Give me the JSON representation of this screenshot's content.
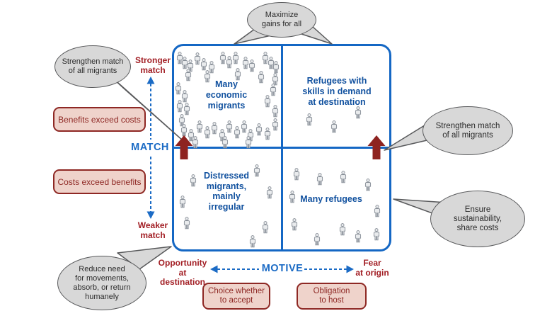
{
  "title": "Migration match-motive quadrant diagram",
  "quadrants": [
    {
      "id": "q1",
      "label": "Many\neconomic\nmigrants",
      "persons": [
        [
          5,
          12
        ],
        [
          10,
          17
        ],
        [
          15,
          20
        ],
        [
          22,
          13
        ],
        [
          28,
          18
        ],
        [
          35,
          21
        ],
        [
          46,
          12
        ],
        [
          52,
          16
        ],
        [
          58,
          12
        ],
        [
          67,
          17
        ],
        [
          73,
          20
        ],
        [
          86,
          12
        ],
        [
          91,
          17
        ],
        [
          96,
          21
        ],
        [
          13,
          29
        ],
        [
          31,
          30
        ],
        [
          60,
          28
        ],
        [
          82,
          31
        ],
        [
          95,
          33
        ],
        [
          4,
          42
        ],
        [
          10,
          50
        ],
        [
          5,
          60
        ],
        [
          12,
          63
        ],
        [
          7,
          74
        ],
        [
          93,
          44
        ],
        [
          88,
          55
        ],
        [
          95,
          65
        ],
        [
          9,
          84
        ],
        [
          16,
          89
        ],
        [
          24,
          80
        ],
        [
          31,
          86
        ],
        [
          38,
          82
        ],
        [
          45,
          89
        ],
        [
          52,
          80
        ],
        [
          59,
          86
        ],
        [
          66,
          80
        ],
        [
          72,
          89
        ],
        [
          80,
          83
        ],
        [
          88,
          87
        ],
        [
          95,
          78
        ],
        [
          20,
          96
        ],
        [
          48,
          96
        ],
        [
          70,
          96
        ]
      ]
    },
    {
      "id": "q2",
      "label": "Refugees with\nskills in demand\nat destination",
      "persons": [
        [
          25,
          73
        ],
        [
          48,
          80
        ],
        [
          71,
          66
        ]
      ]
    },
    {
      "id": "q3",
      "label": "Distressed\nmigrants,\nmainly\nirregular",
      "persons": [
        [
          18,
          32
        ],
        [
          8,
          53
        ],
        [
          12,
          74
        ],
        [
          78,
          22
        ],
        [
          90,
          44
        ],
        [
          86,
          78
        ],
        [
          74,
          92
        ]
      ]
    },
    {
      "id": "q4",
      "label": "Many refugees",
      "persons": [
        [
          13,
          25
        ],
        [
          35,
          30
        ],
        [
          57,
          28
        ],
        [
          80,
          36
        ],
        [
          9,
          48
        ],
        [
          89,
          62
        ],
        [
          11,
          75
        ],
        [
          32,
          90
        ],
        [
          56,
          80
        ],
        [
          71,
          87
        ],
        [
          88,
          85
        ]
      ]
    }
  ],
  "bubbles": [
    {
      "id": "maximize",
      "text": "Maximize\ngains for all"
    },
    {
      "id": "strengthen-left",
      "text": "Strengthen match\nof all migrants"
    },
    {
      "id": "strengthen-right",
      "text": "Strengthen match\nof all migrants"
    },
    {
      "id": "ensure",
      "text": "Ensure\nsustainability,\nshare costs"
    },
    {
      "id": "reduce",
      "text": "Reduce need\nfor movements,\nabsorb, or return\nhumanely"
    }
  ],
  "callouts": [
    {
      "id": "benefits",
      "text": "Benefits exceed costs"
    },
    {
      "id": "costs",
      "text": "Costs exceed benefits"
    },
    {
      "id": "choice",
      "text": "Choice whether\nto accept"
    },
    {
      "id": "obligation",
      "text": "Obligation\nto host"
    }
  ],
  "axes": {
    "match_label": "MATCH",
    "motive_label": "MOTIVE",
    "stronger": "Stronger\nmatch",
    "weaker": "Weaker\nmatch",
    "opportunity": "Opportunity\nat destination",
    "fear": "Fear\nat origin"
  },
  "icons": {
    "person": "person-icon",
    "up_arrow": "up-arrow-icon",
    "dashed_axis_arrow": "dashed-arrow-icon"
  },
  "colors": {
    "box_blue": "#1467C4",
    "axis_blue": "#1B6BC5",
    "quad_text_blue": "#11519F",
    "dark_red": "#A21E24",
    "arrow_red": "#8E2320",
    "callout_fill": "#EFD3CB",
    "callout_border": "#8E2824",
    "bubble_fill": "#D8D8D8",
    "bubble_border": "#58595B",
    "person_gray": "#868D96",
    "background": "#FFFFFF"
  }
}
